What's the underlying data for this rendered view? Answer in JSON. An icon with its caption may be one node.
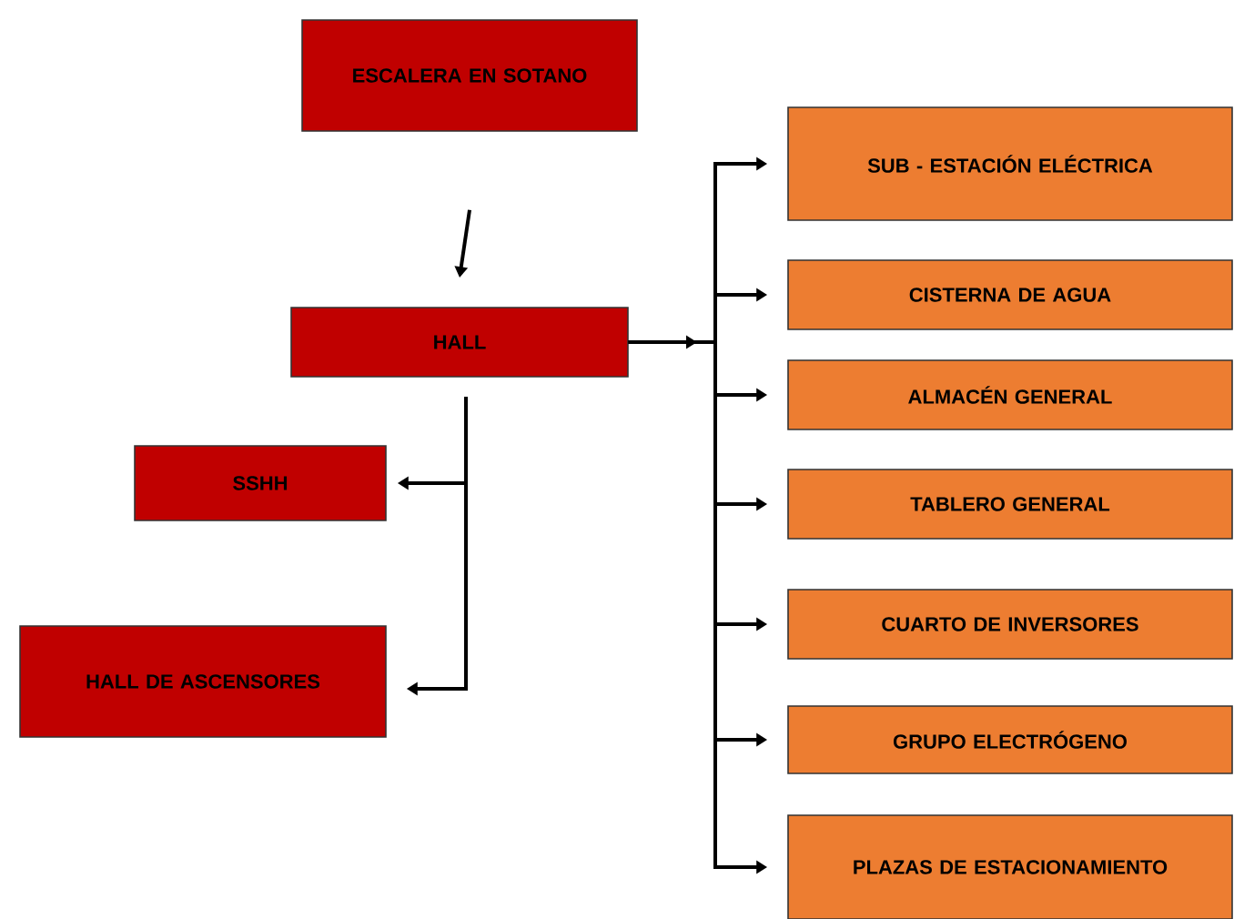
{
  "diagram": {
    "nodes": [
      {
        "text": [
          "ESCALERA EN SOTANO"
        ]
      },
      {
        "text": [
          "HALL"
        ]
      },
      {
        "text": [
          "SSHH"
        ]
      },
      {
        "text": [
          "HALL DE ASCENSORES"
        ]
      },
      {
        "text": [
          "SUB - ESTACIÓN ELÉCTRICA"
        ]
      },
      {
        "text": [
          "CISTERNA DE AGUA"
        ]
      },
      {
        "text": [
          "ALMACÉN GENERAL"
        ]
      },
      {
        "text": [
          "TABLERO GENERAL"
        ]
      },
      {
        "text": [
          "CUARTO DE INVERSORES"
        ]
      },
      {
        "text": [
          "GRUPO ELECTRÓGENO"
        ]
      },
      {
        "text": [
          "PLAZAS DE ESTACIONAMIENTO"
        ]
      }
    ],
    "edges": [
      {
        "from": 0,
        "to": 1,
        "arrow": "to"
      },
      {
        "from": 1,
        "to": 2,
        "arrow": "to"
      },
      {
        "from": 1,
        "to": 3,
        "arrow": "to"
      },
      {
        "from": 1,
        "to": 4,
        "arrow": "to"
      },
      {
        "from": 1,
        "to": 5,
        "arrow": "to"
      },
      {
        "from": 1,
        "to": 6,
        "arrow": "to"
      },
      {
        "from": 1,
        "to": 7,
        "arrow": "to"
      },
      {
        "from": 1,
        "to": 8,
        "arrow": "to"
      },
      {
        "from": 1,
        "to": 9,
        "arrow": "to"
      },
      {
        "from": 1,
        "to": 10,
        "arrow": "to"
      }
    ]
  }
}
